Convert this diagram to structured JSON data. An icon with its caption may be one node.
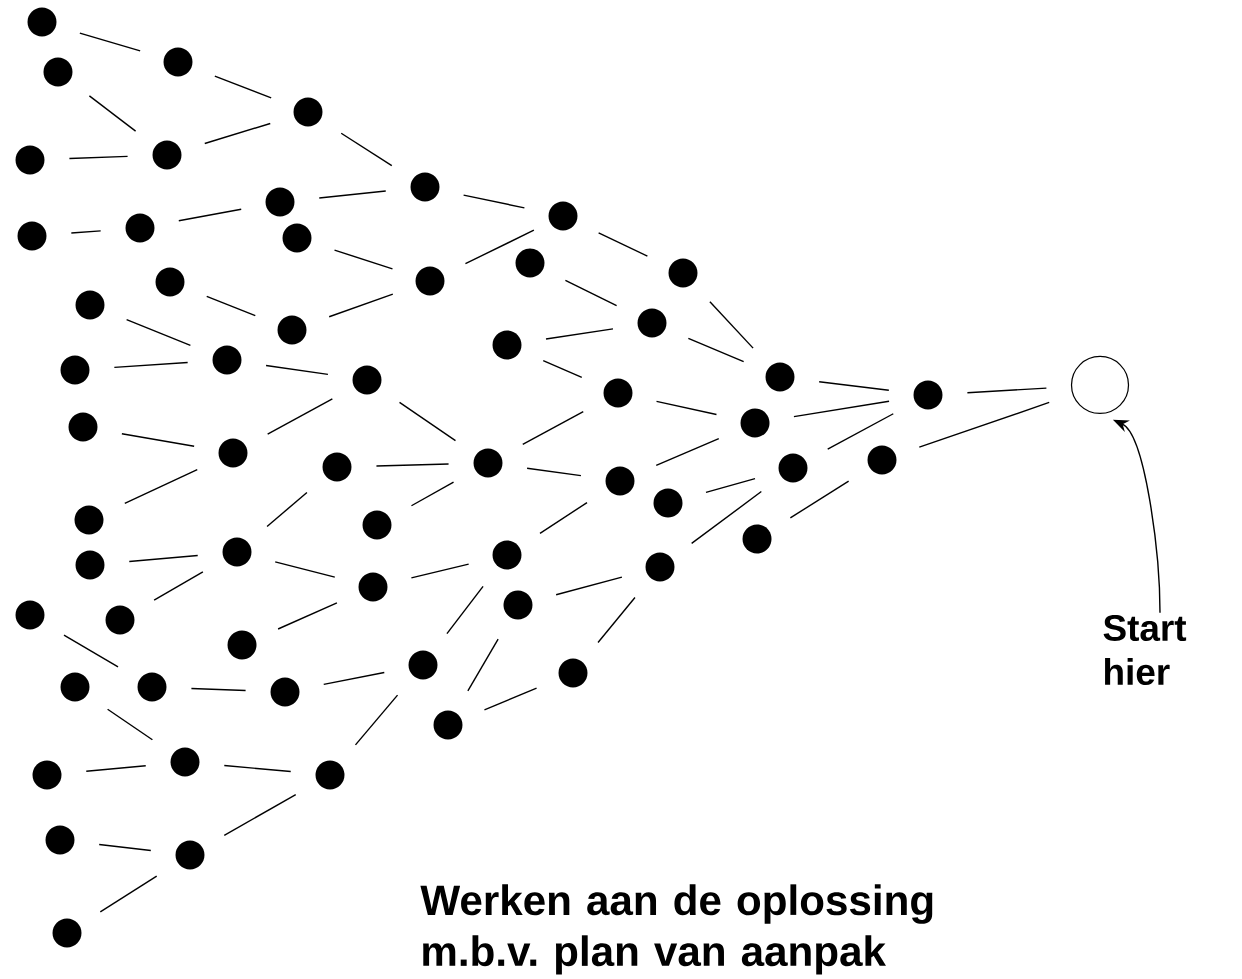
{
  "diagram": {
    "caption": "Werken aan de oplossing m.b.v. plan van aanpak",
    "nodes": [
      {
        "text": [],
        "shape": "dot"
      },
      {
        "text": [],
        "shape": "dot"
      },
      {
        "text": [],
        "shape": "dot"
      },
      {
        "text": [],
        "shape": "dot"
      },
      {
        "text": [],
        "shape": "dot"
      },
      {
        "text": [],
        "shape": "dot"
      },
      {
        "text": [],
        "shape": "dot"
      },
      {
        "text": [],
        "shape": "dot"
      },
      {
        "text": [],
        "shape": "dot"
      },
      {
        "text": [],
        "shape": "dot"
      },
      {
        "text": [],
        "shape": "dot"
      },
      {
        "text": [],
        "shape": "dot"
      },
      {
        "text": [],
        "shape": "dot"
      },
      {
        "text": [],
        "shape": "dot"
      },
      {
        "text": [],
        "shape": "dot"
      },
      {
        "text": [],
        "shape": "dot"
      },
      {
        "text": [],
        "shape": "dot"
      },
      {
        "text": [],
        "shape": "dot"
      },
      {
        "text": [],
        "shape": "dot"
      },
      {
        "text": [],
        "shape": "dot"
      },
      {
        "text": [],
        "shape": "dot"
      },
      {
        "text": [],
        "shape": "dot"
      },
      {
        "text": [],
        "shape": "dot"
      },
      {
        "text": [],
        "shape": "dot"
      },
      {
        "text": [],
        "shape": "dot"
      },
      {
        "text": [],
        "shape": "dot"
      },
      {
        "text": [],
        "shape": "dot"
      },
      {
        "text": [],
        "shape": "dot"
      },
      {
        "text": [],
        "shape": "dot"
      },
      {
        "text": [],
        "shape": "dot"
      },
      {
        "text": [],
        "shape": "dot"
      },
      {
        "text": [],
        "shape": "dot"
      },
      {
        "text": [],
        "shape": "dot"
      },
      {
        "text": [],
        "shape": "dot"
      },
      {
        "text": [],
        "shape": "dot"
      },
      {
        "text": [],
        "shape": "dot"
      },
      {
        "text": [],
        "shape": "dot"
      },
      {
        "text": [],
        "shape": "dot"
      },
      {
        "text": [],
        "shape": "dot"
      },
      {
        "text": [],
        "shape": "dot"
      },
      {
        "text": [],
        "shape": "dot"
      },
      {
        "text": [],
        "shape": "dot"
      },
      {
        "text": [],
        "shape": "dot"
      },
      {
        "text": [],
        "shape": "dot"
      },
      {
        "text": [],
        "shape": "dot"
      },
      {
        "text": [],
        "shape": "dot"
      },
      {
        "text": [],
        "shape": "dot"
      },
      {
        "text": [],
        "shape": "dot"
      },
      {
        "text": [],
        "shape": "dot"
      },
      {
        "text": [],
        "shape": "dot"
      },
      {
        "text": [],
        "shape": "dot"
      },
      {
        "text": [],
        "shape": "dot"
      },
      {
        "text": [],
        "shape": "dot"
      },
      {
        "text": [],
        "shape": "dot"
      },
      {
        "text": [],
        "shape": "dot"
      },
      {
        "text": [],
        "shape": "dot"
      },
      {
        "text": [],
        "shape": "dot"
      },
      {
        "text": [],
        "shape": "dot"
      },
      {
        "text": [],
        "shape": "dot"
      },
      {
        "text": [],
        "shape": "circle"
      },
      {
        "text": [
          "Start hier"
        ]
      }
    ],
    "edges": [
      {
        "from": 0,
        "to": 2,
        "arrow": "none"
      },
      {
        "from": 2,
        "to": 5,
        "arrow": "none"
      },
      {
        "from": 1,
        "to": 4,
        "arrow": "none"
      },
      {
        "from": 3,
        "to": 4,
        "arrow": "none"
      },
      {
        "from": 4,
        "to": 5,
        "arrow": "none"
      },
      {
        "from": 5,
        "to": 10,
        "arrow": "none"
      },
      {
        "from": 10,
        "to": 18,
        "arrow": "none"
      },
      {
        "from": 8,
        "to": 10,
        "arrow": "none"
      },
      {
        "from": 7,
        "to": 8,
        "arrow": "none"
      },
      {
        "from": 6,
        "to": 7,
        "arrow": "none"
      },
      {
        "from": 9,
        "to": 13,
        "arrow": "none"
      },
      {
        "from": 13,
        "to": 18,
        "arrow": "none"
      },
      {
        "from": 12,
        "to": 13,
        "arrow": "none"
      },
      {
        "from": 11,
        "to": 12,
        "arrow": "none"
      },
      {
        "from": 14,
        "to": 15,
        "arrow": "none"
      },
      {
        "from": 16,
        "to": 15,
        "arrow": "none"
      },
      {
        "from": 15,
        "to": 17,
        "arrow": "none"
      },
      {
        "from": 17,
        "to": 29,
        "arrow": "none"
      },
      {
        "from": 27,
        "to": 17,
        "arrow": "none"
      },
      {
        "from": 26,
        "to": 27,
        "arrow": "none"
      },
      {
        "from": 30,
        "to": 27,
        "arrow": "none"
      },
      {
        "from": 28,
        "to": 29,
        "arrow": "none"
      },
      {
        "from": 31,
        "to": 29,
        "arrow": "none"
      },
      {
        "from": 38,
        "to": 28,
        "arrow": "none"
      },
      {
        "from": 37,
        "to": 38,
        "arrow": "none"
      },
      {
        "from": 45,
        "to": 38,
        "arrow": "none"
      },
      {
        "from": 38,
        "to": 39,
        "arrow": "none"
      },
      {
        "from": 46,
        "to": 39,
        "arrow": "none"
      },
      {
        "from": 39,
        "to": 40,
        "arrow": "none"
      },
      {
        "from": 44,
        "to": 51,
        "arrow": "none"
      },
      {
        "from": 50,
        "to": 54,
        "arrow": "none"
      },
      {
        "from": 53,
        "to": 54,
        "arrow": "none"
      },
      {
        "from": 54,
        "to": 55,
        "arrow": "none"
      },
      {
        "from": 56,
        "to": 57,
        "arrow": "none"
      },
      {
        "from": 58,
        "to": 57,
        "arrow": "none"
      },
      {
        "from": 57,
        "to": 55,
        "arrow": "none"
      },
      {
        "from": 55,
        "to": 47,
        "arrow": "none"
      },
      {
        "from": 51,
        "to": 52,
        "arrow": "none"
      },
      {
        "from": 52,
        "to": 47,
        "arrow": "none"
      },
      {
        "from": 47,
        "to": 40,
        "arrow": "none"
      },
      {
        "from": 49,
        "to": 41,
        "arrow": "none"
      },
      {
        "from": 49,
        "to": 48,
        "arrow": "none"
      },
      {
        "from": 48,
        "to": 42,
        "arrow": "none"
      },
      {
        "from": 41,
        "to": 42,
        "arrow": "none"
      },
      {
        "from": 42,
        "to": 34,
        "arrow": "none"
      },
      {
        "from": 43,
        "to": 35,
        "arrow": "none"
      },
      {
        "from": 33,
        "to": 34,
        "arrow": "none"
      },
      {
        "from": 34,
        "to": 36,
        "arrow": "none"
      },
      {
        "from": 40,
        "to": 32,
        "arrow": "none"
      },
      {
        "from": 32,
        "to": 25,
        "arrow": "none"
      },
      {
        "from": 25,
        "to": 36,
        "arrow": "none"
      },
      {
        "from": 29,
        "to": 32,
        "arrow": "none"
      },
      {
        "from": 29,
        "to": 24,
        "arrow": "none"
      },
      {
        "from": 24,
        "to": 25,
        "arrow": "none"
      },
      {
        "from": 21,
        "to": 24,
        "arrow": "none"
      },
      {
        "from": 21,
        "to": 22,
        "arrow": "none"
      },
      {
        "from": 19,
        "to": 22,
        "arrow": "none"
      },
      {
        "from": 22,
        "to": 23,
        "arrow": "none"
      },
      {
        "from": 18,
        "to": 20,
        "arrow": "none"
      },
      {
        "from": 20,
        "to": 23,
        "arrow": "none"
      },
      {
        "from": 23,
        "to": 36,
        "arrow": "none"
      },
      {
        "from": 36,
        "to": 59,
        "arrow": "none"
      },
      {
        "from": 35,
        "to": 59,
        "arrow": "none"
      },
      {
        "from": 60,
        "to": 59,
        "arrow": "to"
      }
    ]
  }
}
